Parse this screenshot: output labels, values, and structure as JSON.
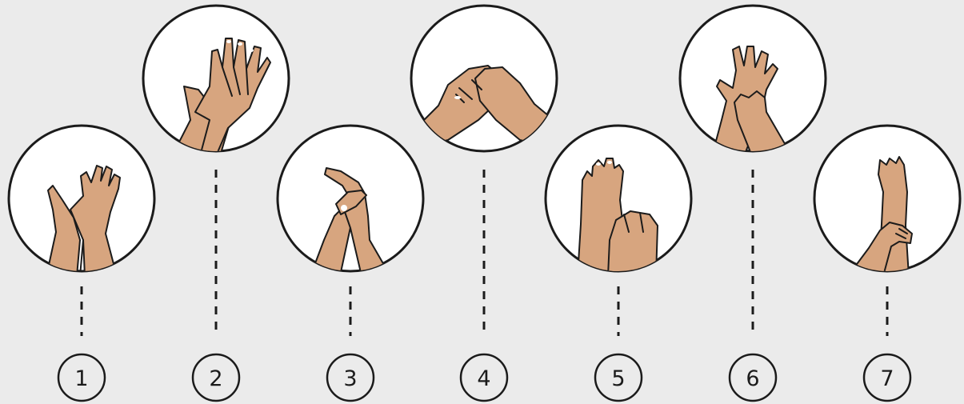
{
  "diagram": {
    "colors": {
      "background": "#ebebeb",
      "circle_fill": "#ffffff",
      "outline": "#1b1b1b",
      "skin": "#d7a57f",
      "skin_shadow": "#bd8a64"
    },
    "steps": [
      {
        "number": "1",
        "icon": "palm-to-palm-hands-icon"
      },
      {
        "number": "2",
        "icon": "back-of-hands-icon"
      },
      {
        "number": "3",
        "icon": "interlaced-fingers-icon"
      },
      {
        "number": "4",
        "icon": "interlocked-fingers-icon"
      },
      {
        "number": "5",
        "icon": "thumb-rub-icon"
      },
      {
        "number": "6",
        "icon": "fingertips-to-palm-icon"
      },
      {
        "number": "7",
        "icon": "wrist-rub-icon"
      }
    ]
  }
}
